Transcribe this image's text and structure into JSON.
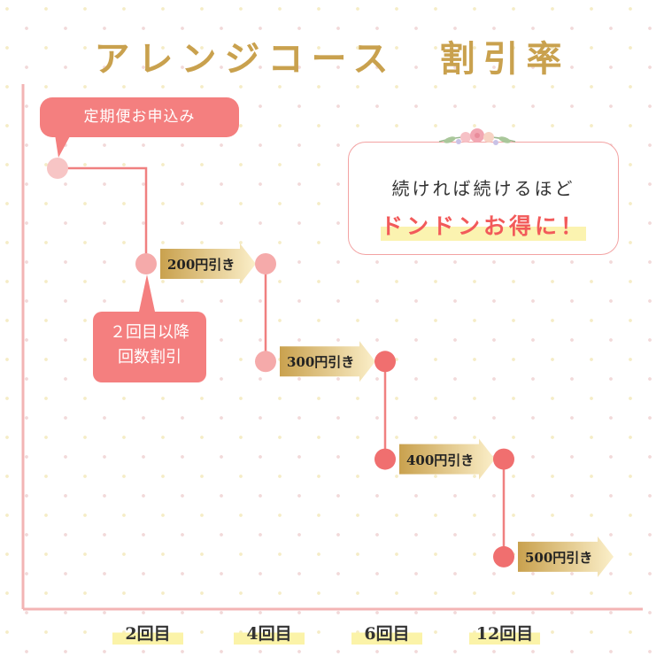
{
  "title": "アレンジコース　割引率",
  "callouts": {
    "start": "定期便お申込み",
    "discount_line1": "２回目以降",
    "discount_line2": "回数割引"
  },
  "promo": {
    "line1": "続ければ続けるほど",
    "line2": "ドンドンお得に！"
  },
  "chart_data": {
    "type": "line",
    "x": [
      "2回目",
      "4回目",
      "6回目",
      "12回目"
    ],
    "series": [
      {
        "values": [
          200,
          300,
          400,
          500
        ],
        "labels": [
          "200円引き",
          "300円引き",
          "400円引き",
          "500円引き"
        ]
      }
    ],
    "colors": {
      "line": "#f08080",
      "node_light": "#f7c5c5",
      "node_mid": "#f5aaaa",
      "node_dark": "#f06f6f",
      "arrow_dark": "#c9a14e",
      "arrow_light": "#fbefc9",
      "title": "#c9a14e",
      "accent_text": "#f25a5a"
    }
  }
}
